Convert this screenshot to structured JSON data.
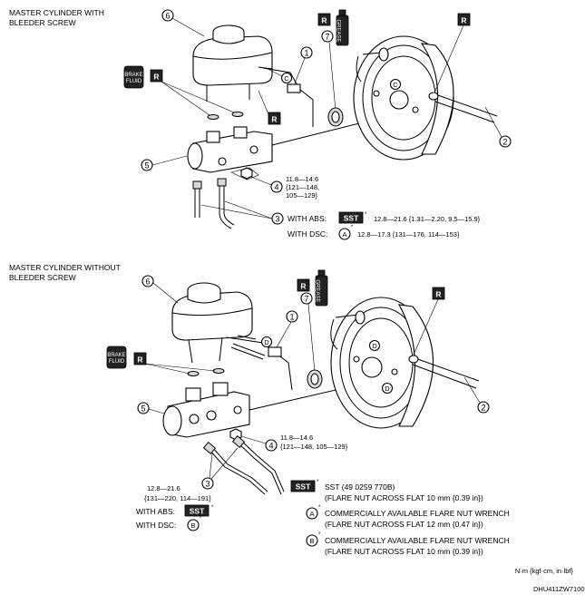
{
  "top": {
    "title_line1": "MASTER CYLINDER WITH",
    "title_line2": "BLEEDER SCREW",
    "torque4_line1": "11.8—14.6",
    "torque4_line2": "{121—148,",
    "torque4_line3": "105—129}",
    "with_abs_label": "WITH ABS:",
    "with_abs_torque": "12.8—21.6 {1.31—2.20, 9.5—15.9}",
    "with_dsc_label": "WITH DSC:",
    "with_dsc_torque": "12.8—17.3 {131—176, 114—153}"
  },
  "bottom": {
    "title_line1": "MASTER CYLINDER WITHOUT",
    "title_line2": "BLEEDER SCREW",
    "torque4_line1": "11.8—14.6",
    "torque4_line2": "{121—148, 105—129}",
    "torque3_line1": "12.8—21.6",
    "torque3_line2": "{131—220, 114—191}",
    "with_abs_label": "WITH ABS:",
    "with_dsc_label": "WITH DSC:"
  },
  "markers": {
    "r": "R",
    "sst": "SST",
    "star": "*",
    "a": "A",
    "b": "B",
    "c": "C",
    "d": "D",
    "brake_fluid_line1": "BRAKE",
    "brake_fluid_line2": "FLUID",
    "grease": "GREASE"
  },
  "callouts": [
    "1",
    "2",
    "3",
    "4",
    "5",
    "6",
    "7"
  ],
  "legend": {
    "sst_line1": "SST (49 0259 770B)",
    "sst_line2": "(FLARE NUT ACROSS FLAT 10 mm {0.39 in})",
    "a_line1": "COMMERCIALLY AVAILABLE FLARE NUT WRENCH",
    "a_line2": "(FLARE NUT ACROSS FLAT 12 mm {0.47 in})",
    "b_line1": "COMMERCIALLY AVAILABLE FLARE NUT WRENCH",
    "b_line2": "(FLARE NUT ACROSS FLAT 10 mm {0.39 in})"
  },
  "units": "N·m {kgf·cm, in·lbf}",
  "figure_code": "DHU411ZW7100"
}
